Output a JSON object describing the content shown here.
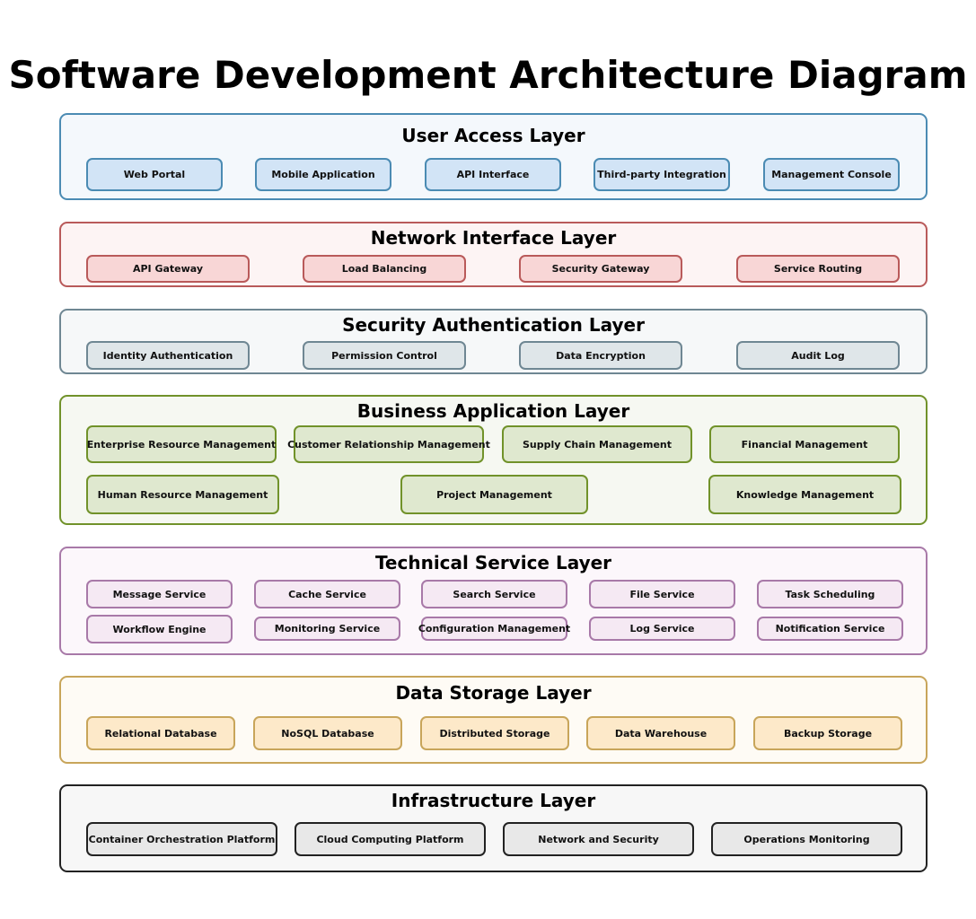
{
  "title": "Software Development Architecture Diagram",
  "layers": {
    "user": {
      "title": "User Access Layer",
      "items": [
        "Web Portal",
        "Mobile Application",
        "API Interface",
        "Third-party Integration",
        "Management Console"
      ]
    },
    "network": {
      "title": "Network Interface Layer",
      "items": [
        "API Gateway",
        "Load Balancing",
        "Security Gateway",
        "Service Routing"
      ]
    },
    "security": {
      "title": "Security Authentication Layer",
      "items": [
        "Identity Authentication",
        "Permission Control",
        "Data Encryption",
        "Audit Log"
      ]
    },
    "business": {
      "title": "Business Application Layer",
      "items": [
        "Enterprise Resource Management",
        "Customer Relationship Management",
        "Supply Chain Management",
        "Financial Management",
        "Human Resource Management",
        "Project Management",
        "Knowledge Management"
      ]
    },
    "technical": {
      "title": "Technical Service Layer",
      "items": [
        "Message Service",
        "Cache Service",
        "Search Service",
        "File Service",
        "Task Scheduling",
        "Workflow Engine",
        "Monitoring Service",
        "Configuration Management",
        "Log Service",
        "Notification Service"
      ]
    },
    "data": {
      "title": "Data Storage Layer",
      "items": [
        "Relational Database",
        "NoSQL Database",
        "Distributed Storage",
        "Data Warehouse",
        "Backup Storage"
      ]
    },
    "infrastructure": {
      "title": "Infrastructure Layer",
      "items": [
        "Container Orchestration Platform",
        "Cloud Computing Platform",
        "Network and Security",
        "Operations Monitoring"
      ]
    }
  }
}
